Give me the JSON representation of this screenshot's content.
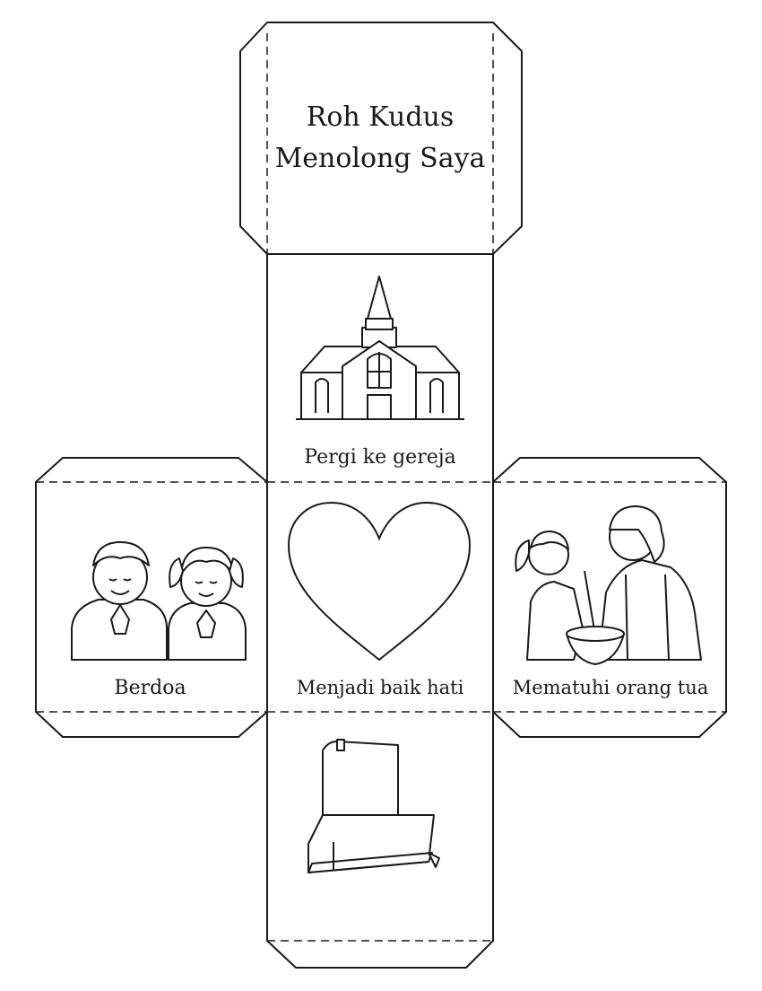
{
  "top_face": {
    "title_line1": "Roh Kudus",
    "title_line2": "Menolong Saya"
  },
  "faces": {
    "church": {
      "label": "Pergi ke gereja",
      "icon": "church-icon"
    },
    "pray": {
      "label": "Berdoa",
      "icon": "praying-children-icon"
    },
    "kind": {
      "label": "Menjadi baik hati",
      "icon": "heart-icon"
    },
    "obey": {
      "label": "Mematuhi orang tua",
      "icon": "mother-daughter-baking-icon"
    },
    "scriptures": {
      "label": "",
      "icon": "scripture-books-icon"
    }
  },
  "colors": {
    "line": "#1a1a1a",
    "background": "#ffffff"
  }
}
